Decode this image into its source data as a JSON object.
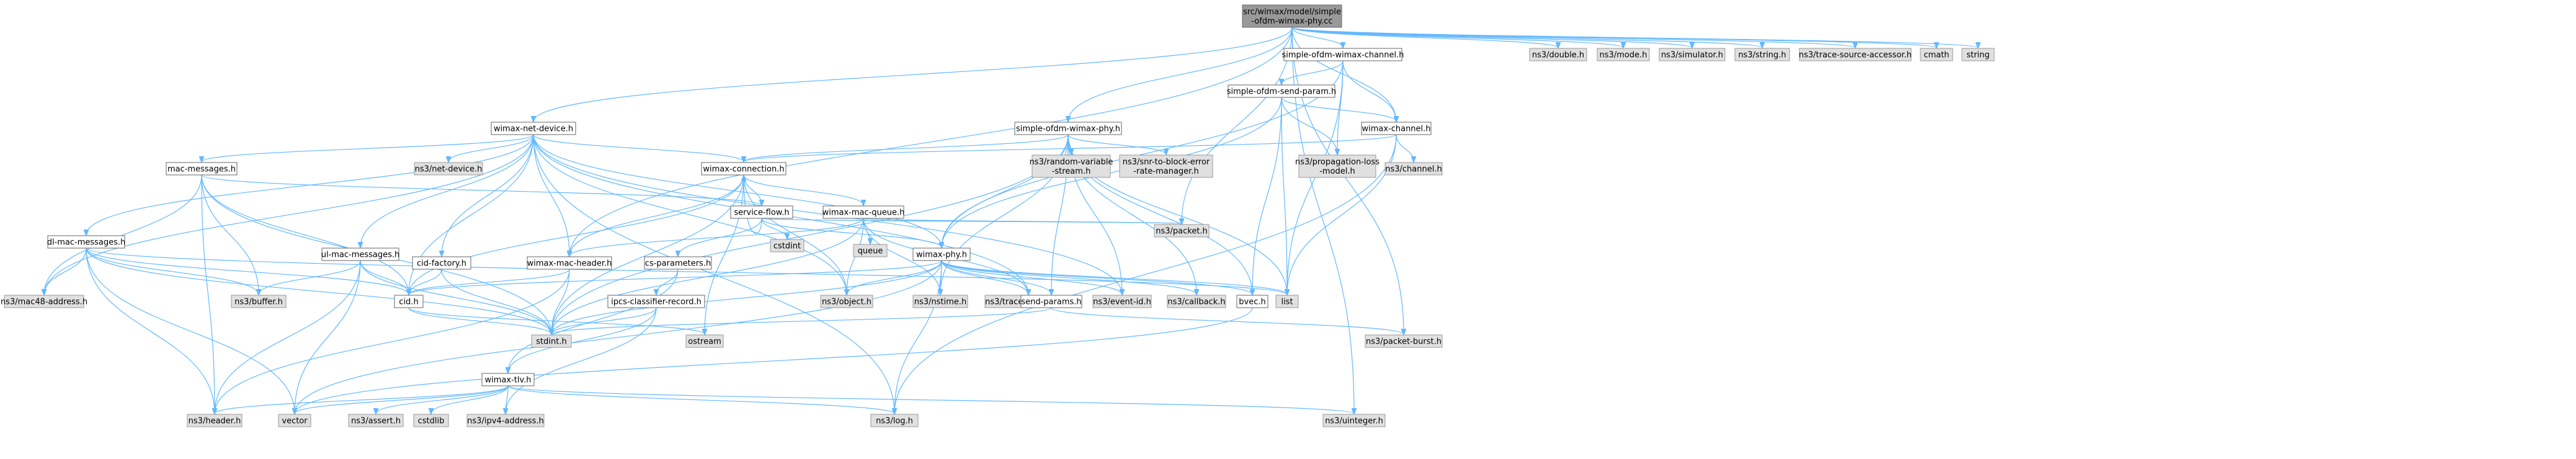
{
  "colors": {
    "edge": "#63b8ff",
    "root_fill": "#999999",
    "system_fill": "#e0e0e0",
    "file_fill": "#ffffff",
    "border": "#666666"
  },
  "nodes": [
    {
      "id": "root",
      "label": "src/wimax/model/simple\n-ofdm-wimax-phy.cc",
      "kind": "root"
    },
    {
      "id": "simple-ofdm-wimax-channel-h",
      "label": "simple-ofdm-wimax-channel.h",
      "kind": "file"
    },
    {
      "id": "wimax-net-device-h",
      "label": "wimax-net-device.h",
      "kind": "file"
    },
    {
      "id": "ns3-double-h",
      "label": "ns3/double.h",
      "kind": "system"
    },
    {
      "id": "ns3-mode-h",
      "label": "ns3/mode.h",
      "kind": "system"
    },
    {
      "id": "ns3-simulator-h",
      "label": "ns3/simulator.h",
      "kind": "system"
    },
    {
      "id": "ns3-string-h",
      "label": "ns3/string.h",
      "kind": "system"
    },
    {
      "id": "ns3-trace-source-accessor-h",
      "label": "ns3/trace-source-accessor.h",
      "kind": "system"
    },
    {
      "id": "cmath",
      "label": "cmath",
      "kind": "system"
    },
    {
      "id": "string",
      "label": "string",
      "kind": "system"
    },
    {
      "id": "simple-ofdm-send-param-h",
      "label": "simple-ofdm-send-param.h",
      "kind": "file"
    },
    {
      "id": "simple-ofdm-wimax-phy-h",
      "label": "simple-ofdm-wimax-phy.h",
      "kind": "file"
    },
    {
      "id": "mac-messages-h",
      "label": "mac-messages.h",
      "kind": "file"
    },
    {
      "id": "ns3-net-device-h",
      "label": "ns3/net-device.h",
      "kind": "system"
    },
    {
      "id": "wimax-connection-h",
      "label": "wimax-connection.h",
      "kind": "file"
    },
    {
      "id": "wimax-channel-h",
      "label": "wimax-channel.h",
      "kind": "file"
    },
    {
      "id": "ns3-propagation-loss-model-h",
      "label": "ns3/propagation-loss\n-model.h",
      "kind": "system"
    },
    {
      "id": "ns3-random-variable-stream-h",
      "label": "ns3/random-variable\n-stream.h",
      "kind": "system"
    },
    {
      "id": "ns3-snr-to-block-error-rate-manager-h",
      "label": "ns3/snr-to-block-error\n-rate-manager.h",
      "kind": "system"
    },
    {
      "id": "ns3-channel-h",
      "label": "ns3/channel.h",
      "kind": "system"
    },
    {
      "id": "service-flow-h",
      "label": "service-flow.h",
      "kind": "file"
    },
    {
      "id": "wimax-mac-queue-h",
      "label": "wimax-mac-queue.h",
      "kind": "file"
    },
    {
      "id": "dl-mac-messages-h",
      "label": "dl-mac-messages.h",
      "kind": "file"
    },
    {
      "id": "ul-mac-messages-h",
      "label": "ul-mac-messages.h",
      "kind": "file"
    },
    {
      "id": "cid-factory-h",
      "label": "cid-factory.h",
      "kind": "file"
    },
    {
      "id": "wimax-mac-header-h",
      "label": "wimax-mac-header.h",
      "kind": "file"
    },
    {
      "id": "cs-parameters-h",
      "label": "cs-parameters.h",
      "kind": "file"
    },
    {
      "id": "cstdint",
      "label": "cstdint",
      "kind": "system"
    },
    {
      "id": "queue",
      "label": "queue",
      "kind": "system"
    },
    {
      "id": "wimax-phy-h",
      "label": "wimax-phy.h",
      "kind": "file"
    },
    {
      "id": "ns3-packet-h",
      "label": "ns3/packet.h",
      "kind": "system"
    },
    {
      "id": "ns3-mac48-address-h",
      "label": "ns3/mac48-address.h",
      "kind": "system"
    },
    {
      "id": "ns3-buffer-h",
      "label": "ns3/buffer.h",
      "kind": "system"
    },
    {
      "id": "cid-h",
      "label": "cid.h",
      "kind": "file"
    },
    {
      "id": "ipcs-classifier-record-h",
      "label": "ipcs-classifier-record.h",
      "kind": "file"
    },
    {
      "id": "ns3-object-h",
      "label": "ns3/object.h",
      "kind": "system"
    },
    {
      "id": "ns3-nstime-h",
      "label": "ns3/nstime.h",
      "kind": "system"
    },
    {
      "id": "ns3-traced-callback-h",
      "label": "ns3/traced-callback.h",
      "kind": "system"
    },
    {
      "id": "ns3-event-id-h",
      "label": "ns3/event-id.h",
      "kind": "system"
    },
    {
      "id": "ns3-callback-h",
      "label": "ns3/callback.h",
      "kind": "system"
    },
    {
      "id": "bvec-h",
      "label": "bvec.h",
      "kind": "file"
    },
    {
      "id": "list",
      "label": "list",
      "kind": "system"
    },
    {
      "id": "send-params-h",
      "label": "send-params.h",
      "kind": "file"
    },
    {
      "id": "stdint-h",
      "label": "stdint.h",
      "kind": "system"
    },
    {
      "id": "ostream",
      "label": "ostream",
      "kind": "system"
    },
    {
      "id": "wimax-tlv-h",
      "label": "wimax-tlv.h",
      "kind": "file"
    },
    {
      "id": "ns3-packet-burst-h",
      "label": "ns3/packet-burst.h",
      "kind": "system"
    },
    {
      "id": "ns3-header-h",
      "label": "ns3/header.h",
      "kind": "system"
    },
    {
      "id": "vector",
      "label": "vector",
      "kind": "system"
    },
    {
      "id": "ns3-assert-h",
      "label": "ns3/assert.h",
      "kind": "system"
    },
    {
      "id": "cstdlib",
      "label": "cstdlib",
      "kind": "system"
    },
    {
      "id": "ns3-ipv4-address-h",
      "label": "ns3/ipv4-address.h",
      "kind": "system"
    },
    {
      "id": "ns3-log-h",
      "label": "ns3/log.h",
      "kind": "system"
    },
    {
      "id": "ns3-uinteger-h",
      "label": "ns3/uinteger.h",
      "kind": "system"
    }
  ]
}
